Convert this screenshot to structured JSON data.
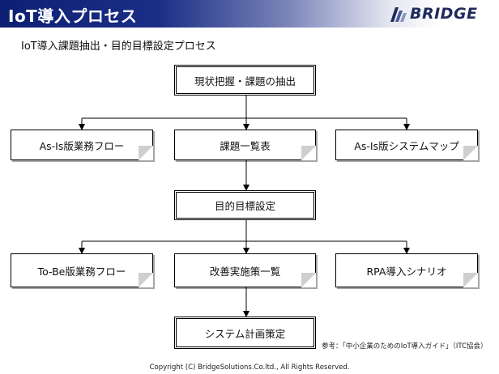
{
  "header": {
    "title": "IoT導入プロセス"
  },
  "logo": {
    "text": "BRIDGE"
  },
  "subtitle": "IoT導入課題抽出・目的目標設定プロセス",
  "nodes": {
    "current": "現状把握・課題の抽出",
    "asis_flow": "As-Is版業務フロー",
    "issue_list": "課題一覧表",
    "asis_map": "As-Is版システムマップ",
    "goal": "目的目標設定",
    "tobe_flow": "To-Be版業務フロー",
    "improve_list": "改善実施策一覧",
    "rpa": "RPA導入シナリオ",
    "plan": "システム計画策定"
  },
  "reference": "参考：「中小企業のためのIoT導入ガイド」（ITC協会）",
  "footer": "Copyright (C) BridgeSolutions.Co.ltd., All Rights Reserved."
}
